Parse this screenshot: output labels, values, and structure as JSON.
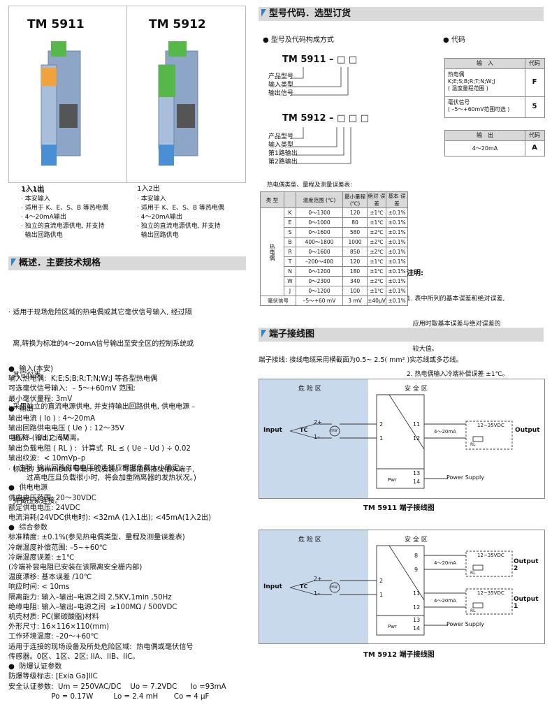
{
  "products": {
    "left": {
      "name": "TM 5911",
      "subtitle": "1入1出",
      "bullets": [
        "· 本安输入",
        "· 适用于 K、E、S、B 等热电偶",
        "· 4～20mA输出",
        "· 独立的直流电源供电, 并支持",
        "  输出回路供电"
      ]
    },
    "right": {
      "name": "TM 5912",
      "subtitle": "1入2出",
      "bullets": [
        "· 本安输入",
        "· 适用于 K、E、S、B 等热电偶",
        "· 4～20mA输出",
        "· 独立的直流电源供电, 并支持",
        "  输出回路供电"
      ]
    }
  },
  "overview": {
    "title": "概述．主要技术规格",
    "bullets": [
      "· 适用于现场危险区域的热电偶或其它毫伏信号输入, 经过隔",
      "  离,转换为标准的4～20mA信号输出至安全区的控制系统或",
      "  其它仪表。",
      "· 采用独立的直流电源供电, 并支持输出回路供电, 供电电源 –",
      "  输入 – 输出之间隔离。",
      "· 标准的 35mmDIN 导轨卡式安装。可拔插的接线插头端子,",
      "  弹簧压紧连接。"
    ]
  },
  "specs": [
    "●  输入(本安)",
    "输入热电偶:  K;E;S;B;R;T;N;W;J 等各型热电偶",
    "可选毫伏信号输入:  – 5～+60mV 范围;",
    "最小毫伏量程: 3mV",
    "●  输出",
    "输出电流 ( Io ) : 4～20mA",
    "输出回路供电电压 ( Ue ) : 12～35V",
    "电压降 ( Ud ) : 5V",
    "输出负载电阻 ( RL ) :  计算式  RL ≤ ( Ue – Ud ) ÷ 0.02",
    "输出纹波:  < 10mVp–p",
    "  ( 注明: 输出回路供电电压的选择应根据负载大小确定,",
    "        过高电压且负载很小时,  将会加重隔离器的发热状况。)",
    "●  供电电源",
    "供电电压范围: 20～30VDC",
    "额定供电电压: 24VDC",
    "电流消耗(24VDC供电时): <32mA (1入1出); <45mA(1入2出)",
    "●  综合参数",
    "标准精度: ±0.1%(参见热电偶类型、量程及测量误差表)",
    "冷端温度补偿范围: –5~+60℃",
    "冷端温度误差: ±1℃",
    "(冷端补尝电阻已安装在该隔离安全栅内部)",
    "温度漂移: 基本误差 /10℃",
    "响应时间: < 10ms",
    "隔离能力: 输入–输出–电源之间 2.5KV,1min ,50Hz",
    "绝缘电阻: 输入–输出–电源之间  ≥100MΩ / 500VDC",
    "机壳材质: PC(聚碳酸脂)材料",
    "外形尺寸: 16×116×110(mm)",
    "工作环境温度: –20～+60℃",
    "适用于连接的现场设备及所处危险区域:  热电偶或毫伏信号",
    "传感器。0区、1区、2区; IIA、IIB、IIC。",
    "●  防爆认证参数",
    "防爆等级标志: [Exia Ga]IIC",
    "安全认证参数:  Um = 250VAC/DC    Uo = 7.2VDC      Io =93mA",
    "                   Po = 0.17W         Lo = 2.4 mH       Co = 4 μF"
  ],
  "order": {
    "title": "型号代码．选型订货",
    "struct_title": "●  型号及代码构成方式",
    "code_title": "●  代码",
    "m1": "TM 5911 – □ □",
    "m1_labels": [
      "产品型号",
      "输入类型",
      "输出信号"
    ],
    "m2": "TM 5912 – □ □ □",
    "m2_labels": [
      "产品型号",
      "输入类型",
      "第1路输出",
      "第2路输出"
    ],
    "input_header": "输　入",
    "code_header": "代码",
    "in1": [
      "热电偶",
      "K;E;S;B;R;T;N;W;J",
      "( 温度量程范围 )"
    ],
    "in1_code": "F",
    "in2": [
      "毫伏信号",
      "( –5～+60mV范围可选 )"
    ],
    "in2_code": "5",
    "output_header": "输　出",
    "out1": "4～20mA",
    "out1_code": "A"
  },
  "tc_table": {
    "title": "热电偶类型、量程及测量误差表:",
    "headers": [
      "类 型",
      "温度范围 (℃)",
      "最小量程 (℃)",
      "绝对 误差",
      "基本 误差"
    ],
    "group": "热电偶",
    "rows": [
      [
        "K",
        "0～1300",
        "120",
        "±1℃",
        "±0.1%"
      ],
      [
        "E",
        "0～1000",
        "80",
        "±1℃",
        "±0.1%"
      ],
      [
        "S",
        "0～1600",
        "580",
        "±2℃",
        "±0.1%"
      ],
      [
        "B",
        "400～1800",
        "1000",
        "±2℃",
        "±0.1%"
      ],
      [
        "R",
        "0～1600",
        "850",
        "±2℃",
        "±0.1%"
      ],
      [
        "T",
        "–200～400",
        "120",
        "±1℃",
        "±0.1%"
      ],
      [
        "N",
        "0～1200",
        "180",
        "±1℃",
        "±0.1%"
      ],
      [
        "W",
        "0～2300",
        "340",
        "±2℃",
        "±0.1%"
      ],
      [
        "J",
        "0～1200",
        "100",
        "±1℃",
        "±0.1%"
      ]
    ],
    "mv": [
      "毫伏信号",
      "–5～+60 mV",
      "3 mV",
      "±40μV",
      "±0.1%"
    ]
  },
  "notes": [
    "注明:",
    "1. 表中所列的基本误差和绝对误差,",
    "   应用时取基本误差与绝对误差的",
    "   较大值。",
    "2. 热电偶输入冷端补偿误差 ±1℃。"
  ],
  "wiring": {
    "title": "端子接线图",
    "desc": "端子接线: 接线电缆采用横截面为0.5~ 2.5( mm² )实芯线或多芯线。",
    "hazard": "危 险 区",
    "safe": "安 全 区",
    "input": "Input",
    "tc": "TC",
    "mv": "mV",
    "p1": "2+",
    "p2": "1–",
    "pwr": "Pwr",
    "ma": "4～20mA",
    "v": "12~35VDC",
    "rl": "RL",
    "power_supply": "Power Supply",
    "out": "Output",
    "out1": "Output 1",
    "out2": "Output 2",
    "cap1": "TM 5911  端子接线图",
    "cap2": "TM 5912  端子接线图",
    "t": [
      "2",
      "1",
      "11",
      "12",
      "13",
      "14",
      "8",
      "9"
    ]
  }
}
